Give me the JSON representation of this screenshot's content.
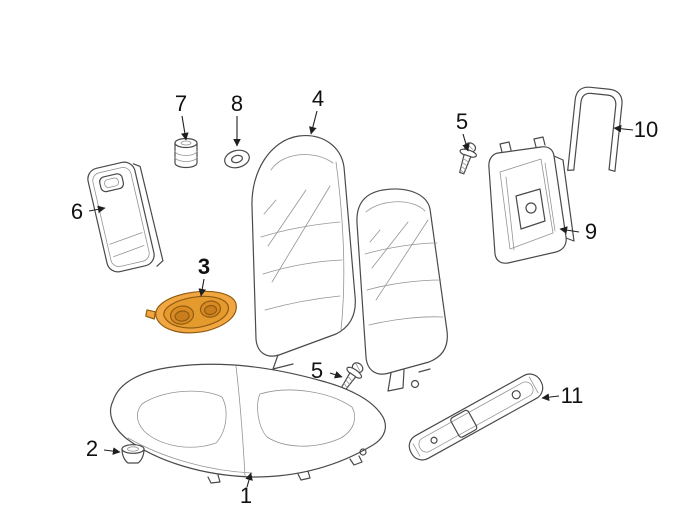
{
  "page": {
    "background_color": "#ffffff"
  },
  "diagram": {
    "kind": "exploded-parts-line-drawing",
    "line_color": "#4a4a4a",
    "detail_line_color": "#949494",
    "arrow_color": "#1f1f1f",
    "label_color": "#111111",
    "highlighted_part": {
      "number": "3",
      "fill_color": "#f2a642",
      "rim_color": "#e59a2e",
      "cup_color": "#d98a22",
      "cup_inner_color": "#c97d1d",
      "outline_color": "#8f5c10"
    },
    "callouts": [
      {
        "number": "1"
      },
      {
        "number": "2"
      },
      {
        "number": "3"
      },
      {
        "number": "4"
      },
      {
        "number": "5"
      },
      {
        "number": "5"
      },
      {
        "number": "6"
      },
      {
        "number": "7"
      },
      {
        "number": "8"
      },
      {
        "number": "9"
      },
      {
        "number": "10"
      },
      {
        "number": "11"
      }
    ]
  }
}
